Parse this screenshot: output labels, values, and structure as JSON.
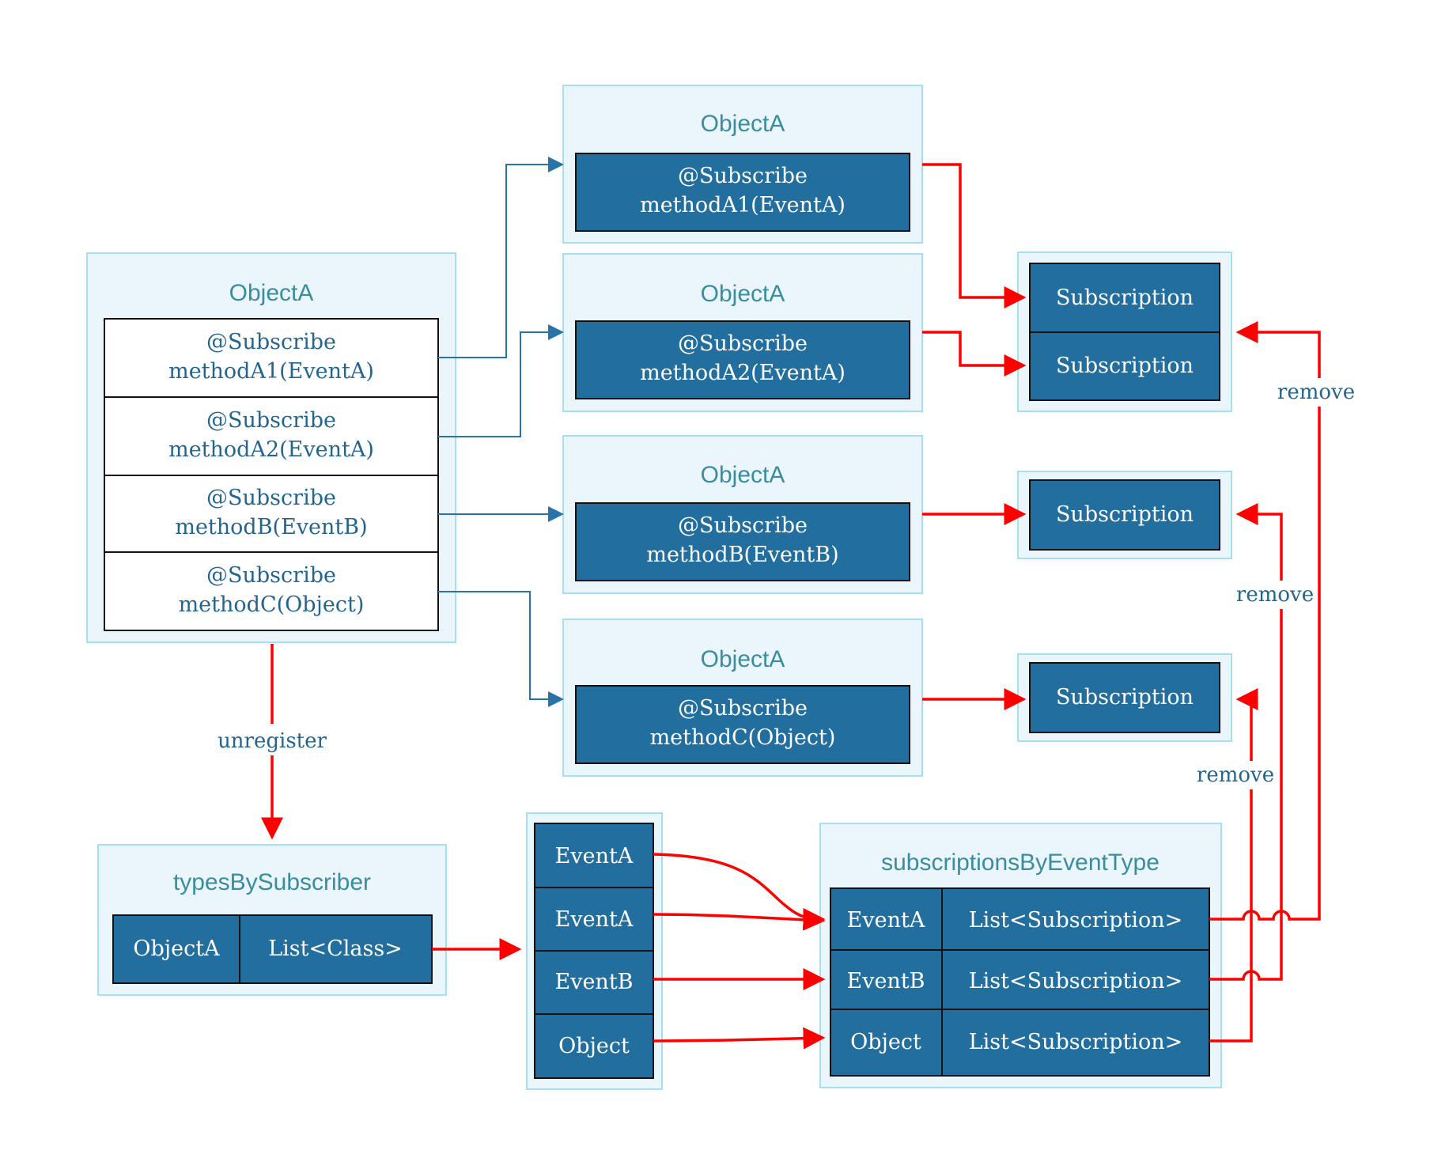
{
  "colors": {
    "panel_fill": "#eaf6fc",
    "panel_border": "#a6dff0",
    "cell_dark": "#226e9f",
    "title_text": "#3a8d9e",
    "arrow_red": "#ff0000",
    "arrow_blue": "#2a73a8"
  },
  "left_object": {
    "title": "ObjectA",
    "methods": [
      {
        "line1": "@Subscribe",
        "line2": "methodA1(EventA)"
      },
      {
        "line1": "@Subscribe",
        "line2": "methodA2(EventA)"
      },
      {
        "line1": "@Subscribe",
        "line2": "methodB(EventB)"
      },
      {
        "line1": "@Subscribe",
        "line2": "methodC(Object)"
      }
    ]
  },
  "method_objects": [
    {
      "title": "ObjectA",
      "line1": "@Subscribe",
      "line2": "methodA1(EventA)"
    },
    {
      "title": "ObjectA",
      "line1": "@Subscribe",
      "line2": "methodA2(EventA)"
    },
    {
      "title": "ObjectA",
      "line1": "@Subscribe",
      "line2": "methodB(EventB)"
    },
    {
      "title": "ObjectA",
      "line1": "@Subscribe",
      "line2": "methodC(Object)"
    }
  ],
  "subscription_groups": [
    [
      "Subscription",
      "Subscription"
    ],
    [
      "Subscription"
    ],
    [
      "Subscription"
    ]
  ],
  "edge_labels": {
    "unregister": "unregister",
    "remove_1": "remove",
    "remove_2": "remove",
    "remove_3": "remove"
  },
  "types_by_subscriber": {
    "title": "typesBySubscriber",
    "key": "ObjectA",
    "value": "List<Class>"
  },
  "event_types": [
    "EventA",
    "EventA",
    "EventB",
    "Object"
  ],
  "subscriptions_by_event_type": {
    "title": "subscriptionsByEventType",
    "rows": [
      {
        "key": "EventA",
        "value": "List<Subscription>"
      },
      {
        "key": "EventB",
        "value": "List<Subscription>"
      },
      {
        "key": "Object",
        "value": "List<Subscription>"
      }
    ]
  }
}
